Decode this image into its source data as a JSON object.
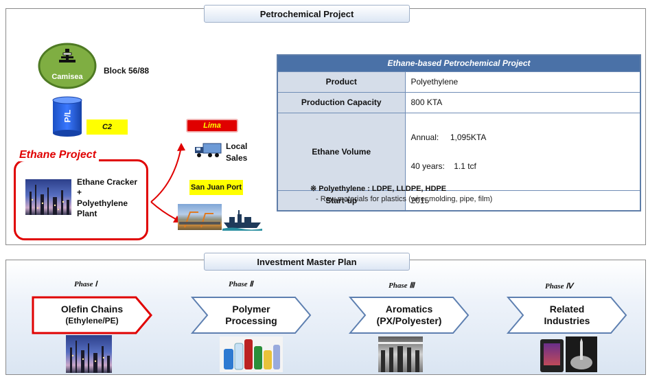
{
  "top_panel": {
    "title": "Petrochemical Project",
    "camisea": {
      "label": "Camisea",
      "block": "Block 56/88"
    },
    "pipeline": {
      "label": "P/L",
      "c2_tag": "C2"
    },
    "ethane_project": {
      "title": "Ethane Project",
      "plant_lines": [
        "Ethane Cracker",
        "+",
        "Polyethylene",
        "Plant"
      ]
    },
    "lima": {
      "label": "Lima",
      "local_sales": [
        "Local",
        "Sales"
      ]
    },
    "san_juan_port": "San Juan Port",
    "spec_table": {
      "header": "Ethane-based Petrochemical Project",
      "rows": [
        {
          "label": "Product",
          "value": "Polyethylene"
        },
        {
          "label": "Production Capacity",
          "value": "800 KTA"
        },
        {
          "label": "Ethane Volume",
          "value_lines": [
            "Annual:     1,095KTA",
            "40 years:    1.1 tcf"
          ]
        },
        {
          "label": "Start-up",
          "value": "2015"
        }
      ]
    },
    "note": {
      "title": "※ Polyethylene : LDPE, LLDPE, HDPE",
      "detail": "- Raw materials for plastics (wire, molding, pipe, film)"
    }
  },
  "bottom_panel": {
    "title": "Investment Master Plan",
    "phases": [
      {
        "phase": "Phase Ⅰ",
        "line1": "Olefin Chains",
        "line2": "(Ethylene/PE)"
      },
      {
        "phase": "Phase Ⅱ",
        "line1": "Polymer",
        "line2": "Processing"
      },
      {
        "phase": "Phase Ⅲ",
        "line1": "Aromatics",
        "line2": "(PX/Polyester)"
      },
      {
        "phase": "Phase Ⅳ",
        "line1": "Related",
        "line2": "Industries"
      }
    ]
  },
  "colors": {
    "red": "#e00000",
    "green": "#7fae42",
    "blue_header": "#4a71a7",
    "label_fill": "#d5dde9",
    "highlight": "#ffff00"
  },
  "icons": [
    "oil-rig-icon",
    "pipeline-cylinder-icon",
    "refinery-photo-icon",
    "truck-icon",
    "port-photo-icon",
    "ship-icon",
    "plastic-products-photo-icon",
    "textile-factory-photo-icon",
    "device-photo-icon",
    "rocket-photo-icon"
  ]
}
